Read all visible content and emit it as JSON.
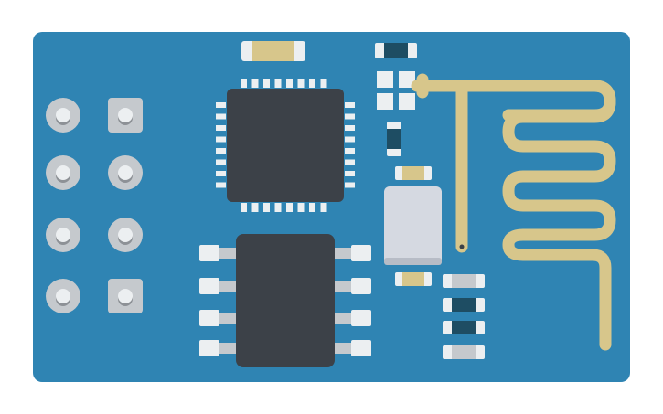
{
  "board": {
    "kind": "wifi-module-illustration",
    "header_pins": 8,
    "pin_rows": 4,
    "pin_columns": 2,
    "square_pads": 2,
    "chip_pins_per_side": 8,
    "flash_pins_per_side": 4
  },
  "colors": {
    "pcb": "#2f84b3",
    "pcb_edge": "#29759f",
    "chip": "#3c4148",
    "chip_shadow": "#2f3339",
    "pad_light": "#eceff1",
    "pad_mid": "#c5c9cd",
    "pad_dark": "#8d9196",
    "gold": "#d7c68b",
    "gold_dark": "#bfa86b",
    "crystal": "#d5d9e1",
    "resistor_dark": "#1e4d63",
    "white": "#ffffff"
  }
}
